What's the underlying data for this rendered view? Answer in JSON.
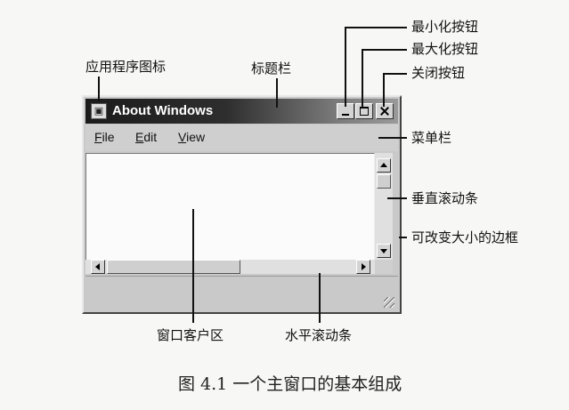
{
  "window": {
    "title": "About Windows",
    "menu": [
      "File",
      "Edit",
      "View"
    ]
  },
  "labels": {
    "minimize": "最小化按钮",
    "maximize": "最大化按钮",
    "close": "关闭按钮",
    "app_icon": "应用程序图标",
    "title_bar": "标题栏",
    "menu_bar": "菜单栏",
    "vertical_scroll": "垂直滚动条",
    "resizable_border": "可改变大小的边框",
    "client_area": "窗口客户区",
    "horizontal_scroll": "水平滚动条"
  },
  "caption": "图 4.1    一个主窗口的基本组成"
}
